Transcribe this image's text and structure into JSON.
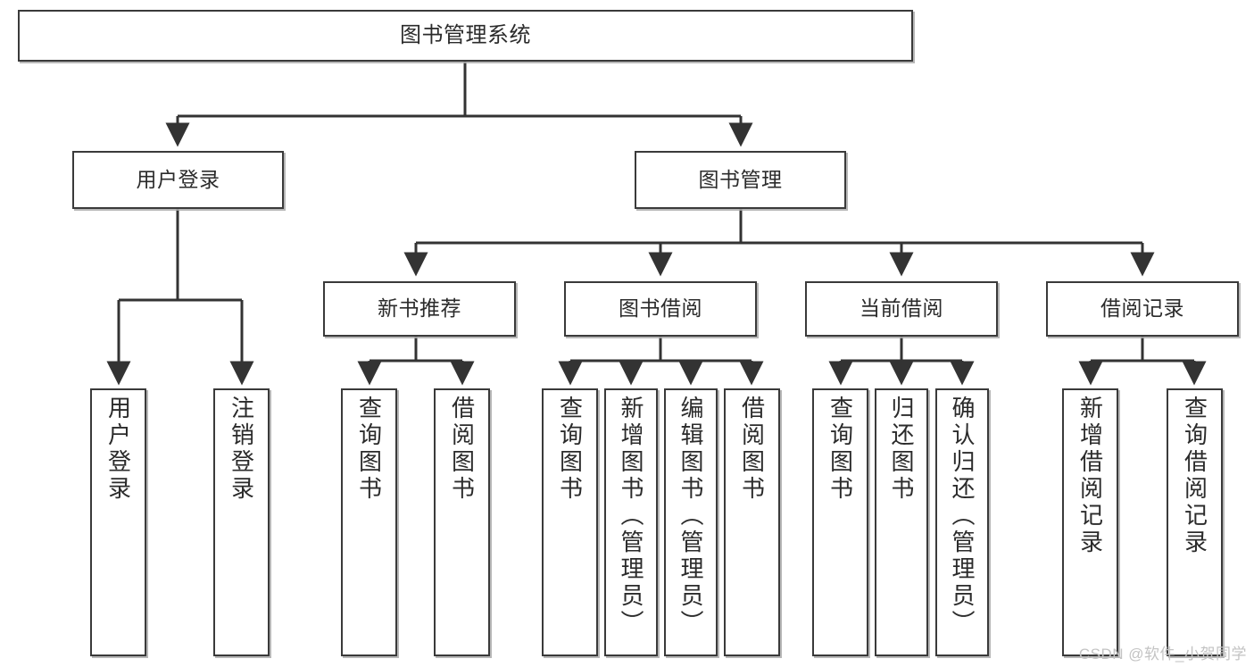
{
  "diagram": {
    "title": "图书管理系统",
    "type": "tree",
    "watermark": "CSDN @软件_小贺同学",
    "colors": {
      "box_border": "#3a3a3a",
      "box_fill": "#ffffff",
      "connector": "#333333",
      "text": "#2b2b2b",
      "watermark": "#c3c3c3"
    },
    "nodes": {
      "root": {
        "label": "图书管理系统",
        "level": 1
      },
      "user_login": {
        "label": "用户登录",
        "level": 2
      },
      "book_manage": {
        "label": "图书管理",
        "level": 2
      },
      "new_book_rec": {
        "label": "新书推荐",
        "level": 3
      },
      "book_borrow": {
        "label": "图书借阅",
        "level": 3
      },
      "current_borrow": {
        "label": "当前借阅",
        "level": 3
      },
      "borrow_record": {
        "label": "借阅记录",
        "level": 3
      },
      "leaf_user_login": {
        "label": "用户登录",
        "level": 4
      },
      "leaf_logout_login": {
        "label": "注销登录",
        "level": 4
      },
      "leaf_query_book_1": {
        "label": "查询图书",
        "level": 4
      },
      "leaf_borrow_book_1": {
        "label": "借阅图书",
        "level": 4
      },
      "leaf_query_book_2": {
        "label": "查询图书",
        "level": 4
      },
      "leaf_add_book": {
        "label": "新增图书（管理员）",
        "level": 4
      },
      "leaf_edit_book": {
        "label": "编辑图书（管理员）",
        "level": 4
      },
      "leaf_borrow_book_2": {
        "label": "借阅图书",
        "level": 4
      },
      "leaf_query_book_3": {
        "label": "查询图书",
        "level": 4
      },
      "leaf_return_book": {
        "label": "归还图书",
        "level": 4
      },
      "leaf_confirm_return": {
        "label": "确认归还（管理员）",
        "level": 4
      },
      "leaf_add_record": {
        "label": "新增借阅记录",
        "level": 4
      },
      "leaf_query_record": {
        "label": "查询借阅记录",
        "level": 4
      }
    },
    "edges": [
      {
        "from": "root",
        "to": "user_login"
      },
      {
        "from": "root",
        "to": "book_manage"
      },
      {
        "from": "book_manage",
        "to": "new_book_rec"
      },
      {
        "from": "book_manage",
        "to": "book_borrow"
      },
      {
        "from": "book_manage",
        "to": "current_borrow"
      },
      {
        "from": "book_manage",
        "to": "borrow_record"
      },
      {
        "from": "user_login",
        "to": "leaf_user_login"
      },
      {
        "from": "user_login",
        "to": "leaf_logout_login"
      },
      {
        "from": "new_book_rec",
        "to": "leaf_query_book_1"
      },
      {
        "from": "new_book_rec",
        "to": "leaf_borrow_book_1"
      },
      {
        "from": "book_borrow",
        "to": "leaf_query_book_2"
      },
      {
        "from": "book_borrow",
        "to": "leaf_add_book"
      },
      {
        "from": "book_borrow",
        "to": "leaf_edit_book"
      },
      {
        "from": "book_borrow",
        "to": "leaf_borrow_book_2"
      },
      {
        "from": "current_borrow",
        "to": "leaf_query_book_3"
      },
      {
        "from": "current_borrow",
        "to": "leaf_return_book"
      },
      {
        "from": "current_borrow",
        "to": "leaf_confirm_return"
      },
      {
        "from": "borrow_record",
        "to": "leaf_add_record"
      },
      {
        "from": "borrow_record",
        "to": "leaf_query_record"
      }
    ]
  }
}
